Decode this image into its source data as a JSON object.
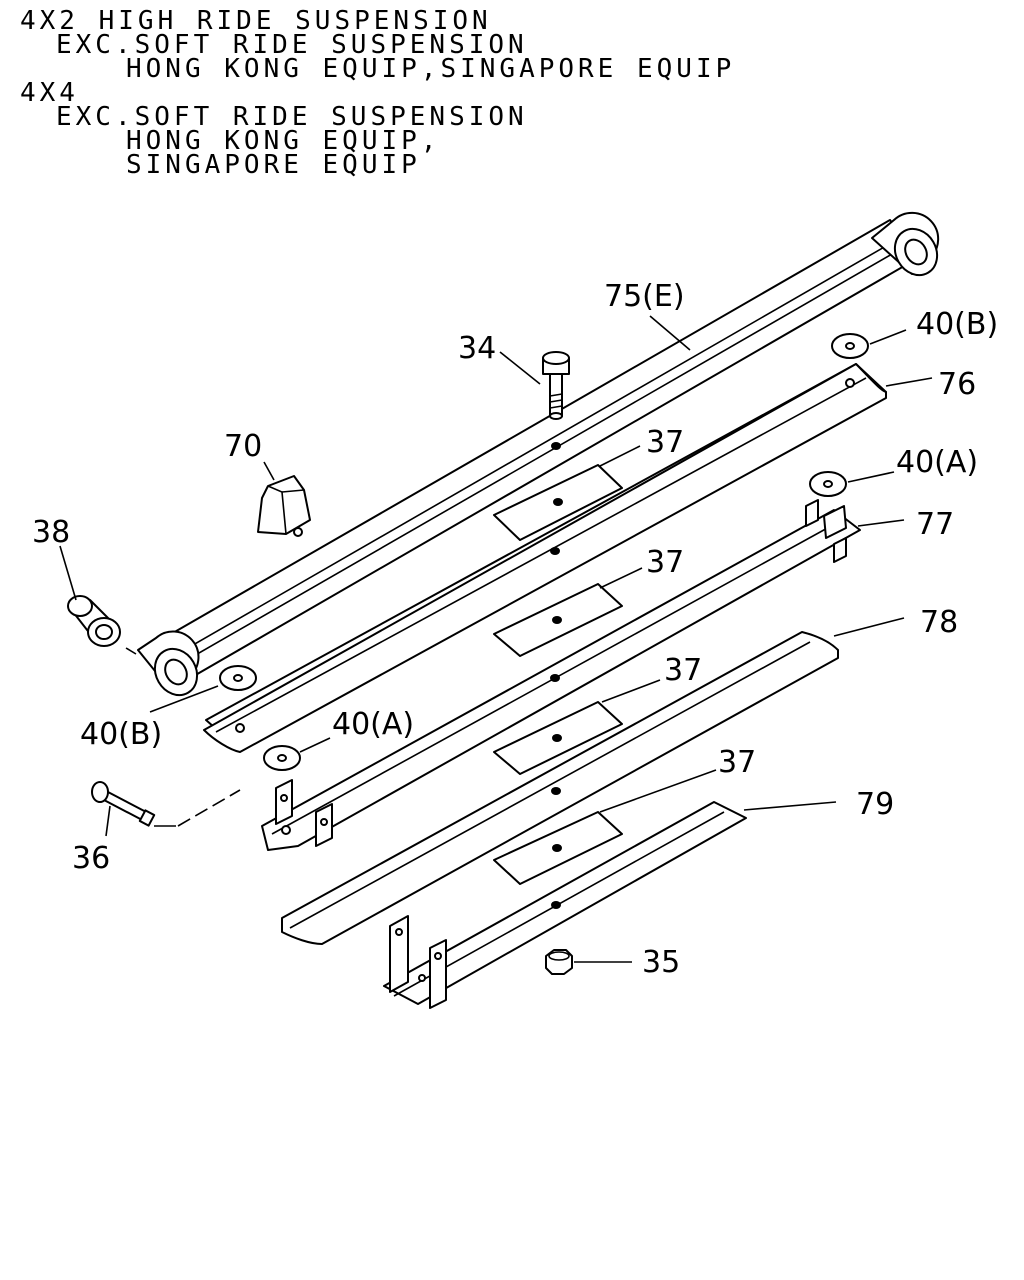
{
  "header": {
    "lines": [
      "4X2 HIGH RIDE SUSPENSION",
      "EXC.SOFT RIDE SUSPENSION",
      "HONG KONG EQUIP,SINGAPORE EQUIP",
      "4X4",
      "EXC.SOFT RIDE SUSPENSION",
      "HONG KONG EQUIP,",
      "SINGAPORE EQUIP"
    ]
  },
  "callouts": {
    "c34": "34",
    "c75e": "75(E)",
    "c40b_top": "40(B)",
    "c76": "76",
    "c70": "70",
    "c37_1": "37",
    "c40a_top": "40(A)",
    "c77": "77",
    "c38": "38",
    "c37_2": "37",
    "c78": "78",
    "c40b_left": "40(B)",
    "c40a_left": "40(A)",
    "c37_3": "37",
    "c37_4": "37",
    "c79": "79",
    "c36": "36",
    "c35": "35"
  }
}
